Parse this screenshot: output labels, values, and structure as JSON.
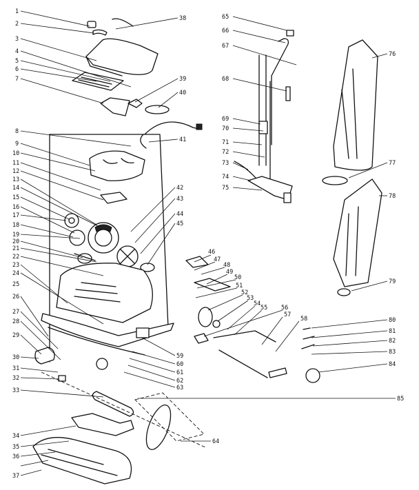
{
  "diagram": {
    "left_callouts": [
      "1",
      "2",
      "3",
      "4",
      "5",
      "6",
      "7",
      "8",
      "9",
      "10",
      "11",
      "12",
      "13",
      "14",
      "15",
      "16",
      "17",
      "18",
      "19",
      "20",
      "21",
      "22",
      "23",
      "24",
      "25",
      "26",
      "27",
      "28",
      "29",
      "30",
      "31",
      "32",
      "33",
      "34",
      "35",
      "36",
      "37"
    ],
    "right_callouts": [
      "38",
      "39",
      "40",
      "41",
      "42",
      "43",
      "44",
      "45",
      "59",
      "60",
      "61",
      "62",
      "63",
      "85"
    ],
    "handle_callouts": [
      "65",
      "66",
      "67",
      "68",
      "69",
      "70",
      "71",
      "72",
      "73",
      "74",
      "75"
    ],
    "bag_callouts": [
      "76",
      "77",
      "78",
      "79"
    ],
    "small_parts_callouts": [
      "46",
      "47",
      "48",
      "49",
      "50",
      "51",
      "52",
      "53",
      "54",
      "55",
      "56",
      "57",
      "58",
      "80",
      "81",
      "82",
      "83",
      "84"
    ],
    "extra_callout": "64"
  }
}
